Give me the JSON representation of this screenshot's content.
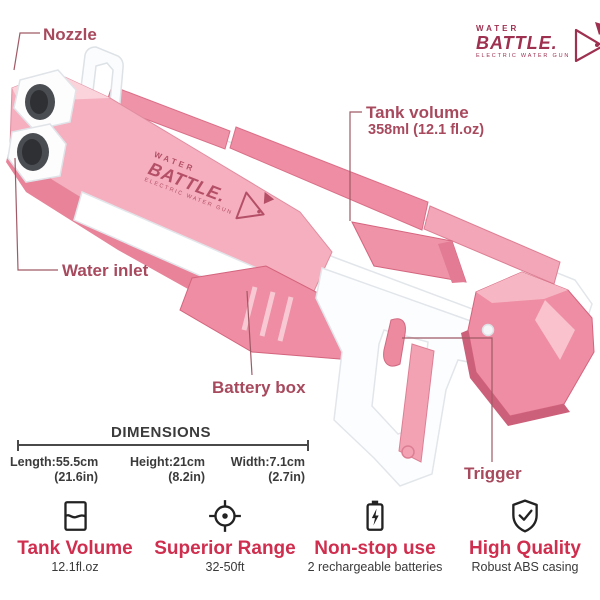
{
  "brand": {
    "name_top": "WATER",
    "name_main": "BATTLE.",
    "tagline": "ELECTRIC WATER GUN"
  },
  "callouts": {
    "nozzle": "Nozzle",
    "water_inlet": "Water inlet",
    "tank_volume_label": "Tank volume",
    "tank_volume_value": "358ml (12.1 fl.oz)",
    "battery_box": "Battery box",
    "trigger": "Trigger"
  },
  "dimensions": {
    "title": "DIMENSIONS",
    "items": [
      {
        "metric": "Length:55.5cm",
        "imperial": "(21.6in)"
      },
      {
        "metric": "Height:21cm",
        "imperial": "(8.2in)"
      },
      {
        "metric": "Width:7.1cm",
        "imperial": "(2.7in)"
      }
    ]
  },
  "features": [
    {
      "icon": "tank-water-level-icon",
      "title": "Tank Volume",
      "subtitle": "12.1fl.oz"
    },
    {
      "icon": "crosshair-target-icon",
      "title": "Superior Range",
      "subtitle": "32-50ft"
    },
    {
      "icon": "battery-charge-icon",
      "title": "Non-stop use",
      "subtitle": "2 rechargeable batteries"
    },
    {
      "icon": "shield-check-icon",
      "title": "High Quality",
      "subtitle": "Robust ABS casing"
    }
  ],
  "colors": {
    "accent_crimson": "#d02e4e",
    "callout_text": "#a84a5e",
    "brand_maroon": "#9e3050",
    "gun_pink": "#f19cb0",
    "gun_pink_deep": "#e87e97",
    "gun_white": "#ffffff",
    "icon_black": "#222222",
    "dimension_text": "#3b3b3b"
  }
}
